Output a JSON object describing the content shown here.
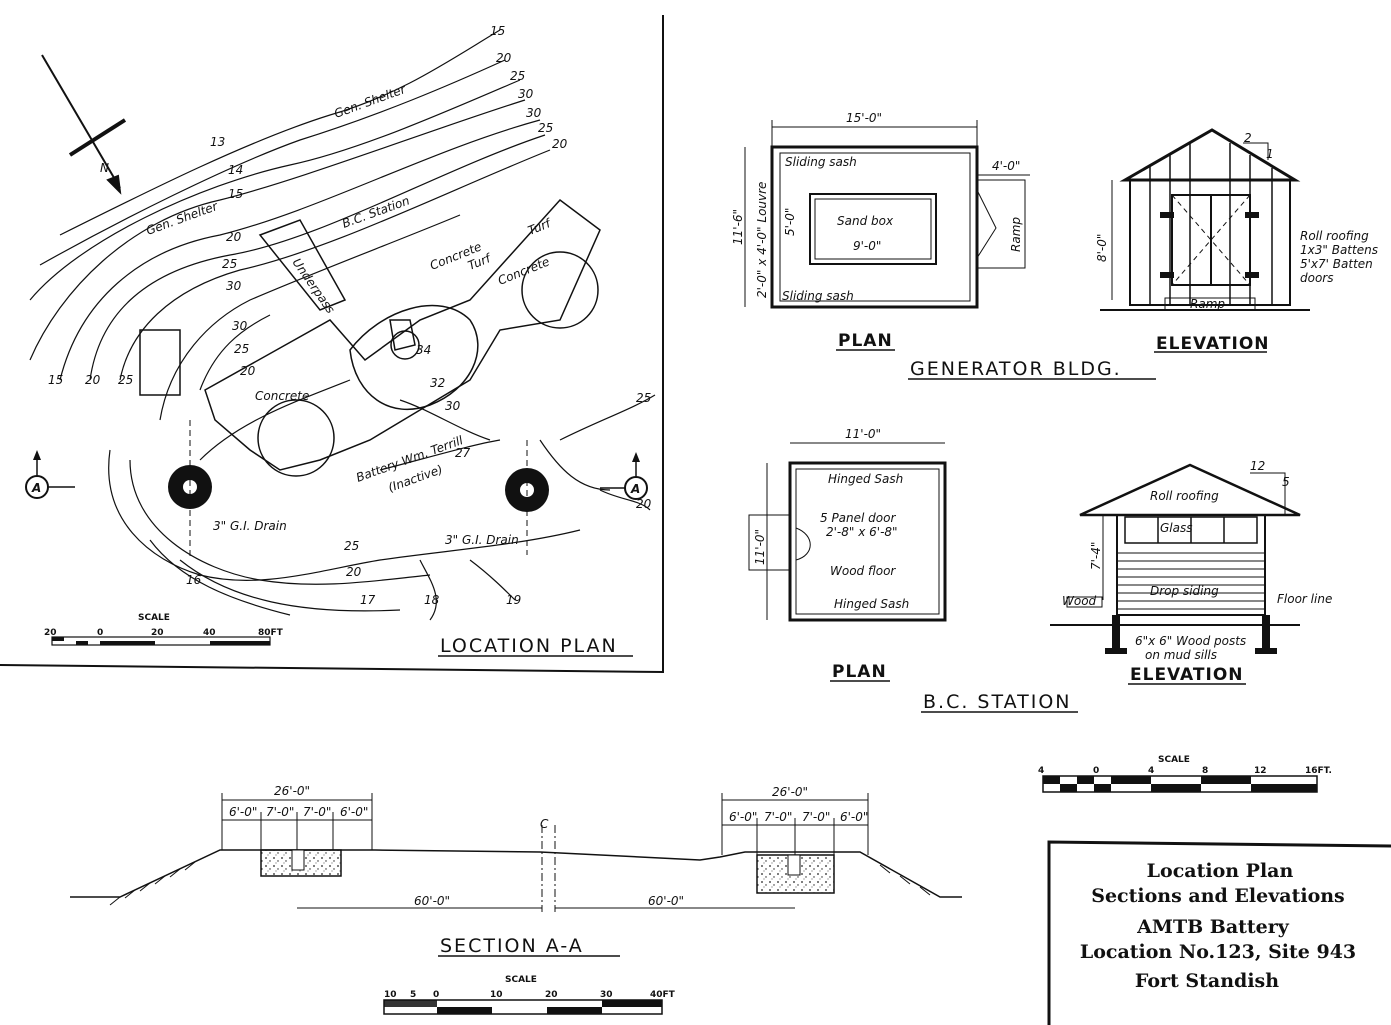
{
  "location_plan": {
    "title": "LOCATION PLAN",
    "north_label": "N",
    "section_marker": "A",
    "labels": {
      "gen_shelter": "Gen. Shelter",
      "bc_station": "B.C. Station",
      "underpass": "Underpass",
      "concrete": "Concrete",
      "turf": "Turf",
      "battery": "Battery Wm. Terrill",
      "inactive": "(Inactive)",
      "drain": "3\" G.I. Drain"
    },
    "contours": [
      "13",
      "14",
      "15",
      "20",
      "25",
      "30",
      "30",
      "25",
      "20",
      "15",
      "20",
      "25",
      "30",
      "25",
      "20",
      "32",
      "34",
      "30",
      "27",
      "25",
      "20",
      "25",
      "20",
      "17",
      "18",
      "19",
      "16",
      "15"
    ],
    "scale": {
      "label": "SCALE",
      "ticks": [
        "20",
        "0",
        "20",
        "40",
        "80FT"
      ]
    }
  },
  "generator_bldg": {
    "title": "GENERATOR BLDG.",
    "plan_label": "PLAN",
    "elevation_label": "ELEVATION",
    "dims": {
      "width": "15'-0\"",
      "depth": "11'-6\"",
      "ramp": "4'-0\"",
      "box_w": "9'-0\"",
      "box_h": "5'-0\"",
      "height": "8'-0\"",
      "louvre": "2'-0\" x 4'-0\" Louvre"
    },
    "notes": {
      "sliding_sash": "Sliding sash",
      "sand_box": "Sand box",
      "ramp": "Ramp",
      "roof_notes": [
        "Roll roofing",
        "1x3\" Battens",
        "5'x7' Batten",
        "doors"
      ],
      "pitch": [
        "2",
        "1"
      ]
    }
  },
  "bc_station": {
    "title": "B.C. STATION",
    "plan_label": "PLAN",
    "elevation_label": "ELEVATION",
    "dims": {
      "width": "11'-0\"",
      "depth": "11'-0\"",
      "height": "7'-4\""
    },
    "notes": {
      "hinged_sash_top": "Hinged Sash",
      "door": [
        "5 Panel door",
        "2'-8\" x 6'-8\""
      ],
      "wood_floor": "Wood floor",
      "hinged_sash_bottom": "Hinged Sash",
      "roll_roofing": "Roll roofing",
      "glass": "Glass",
      "drop_siding": "Drop siding",
      "floor_line": "Floor line",
      "wood": "Wood",
      "posts": [
        "6\"x 6\" Wood posts",
        "on mud sills"
      ],
      "pitch": [
        "12",
        "5"
      ]
    },
    "scale": {
      "label": "SCALE",
      "ticks": [
        "4",
        "0",
        "4",
        "8",
        "12",
        "16FT."
      ]
    }
  },
  "section_aa": {
    "title": "SECTION A-A",
    "centerline": "C",
    "left_dims": {
      "total": "26'-0\"",
      "parts": [
        "6'-0\"",
        "7'-0\"",
        "7'-0\"",
        "6'-0\""
      ]
    },
    "right_dims": {
      "total": "26'-0\"",
      "parts": [
        "6'-0\"",
        "7'-0\"",
        "7'-0\"",
        "6'-0\""
      ]
    },
    "spans": [
      "60'-0\"",
      "60'-0\""
    ],
    "scale": {
      "label": "SCALE",
      "ticks": [
        "10",
        "5",
        "0",
        "10",
        "20",
        "30",
        "40FT"
      ]
    }
  },
  "title_block": {
    "lines": [
      "Location Plan",
      "Sections and Elevations",
      "AMTB Battery",
      "Location No.123, Site 943",
      "Fort Standish"
    ]
  }
}
